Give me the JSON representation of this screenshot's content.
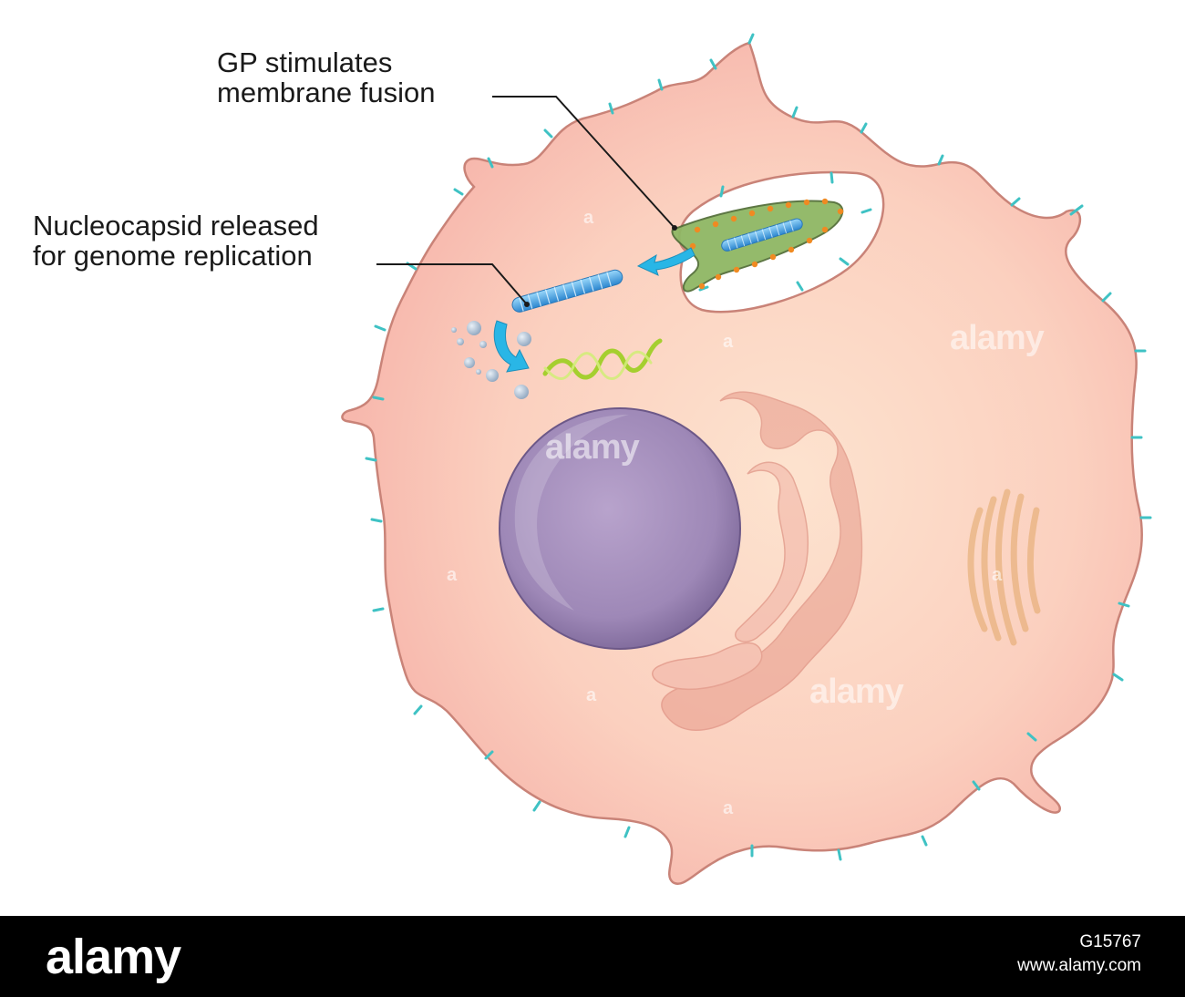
{
  "labels": {
    "gp_line1": "GP stimulates",
    "gp_line2": "membrane fusion",
    "nc_line1": "Nucleocapsid released",
    "nc_line2": "for genome replication"
  },
  "watermark": {
    "brand": "alamy",
    "letter": "a"
  },
  "footer": {
    "brand": "alamy",
    "image_id": "G15767",
    "site": "www.alamy.com"
  },
  "colors": {
    "cytoplasm": "#f9c9b9",
    "membrane": "#c98378",
    "receptor": "#3fc2c4",
    "nucleus": "#a38bb9",
    "er": "#e89a8a",
    "golgi": "#ecb97e",
    "nucleocapsid": "#4aa3e0",
    "arrow": "#29b6e6",
    "rna": "#a5cf2f",
    "endosome_virion": "#8fb764",
    "gp_dots": "#f08a22"
  }
}
